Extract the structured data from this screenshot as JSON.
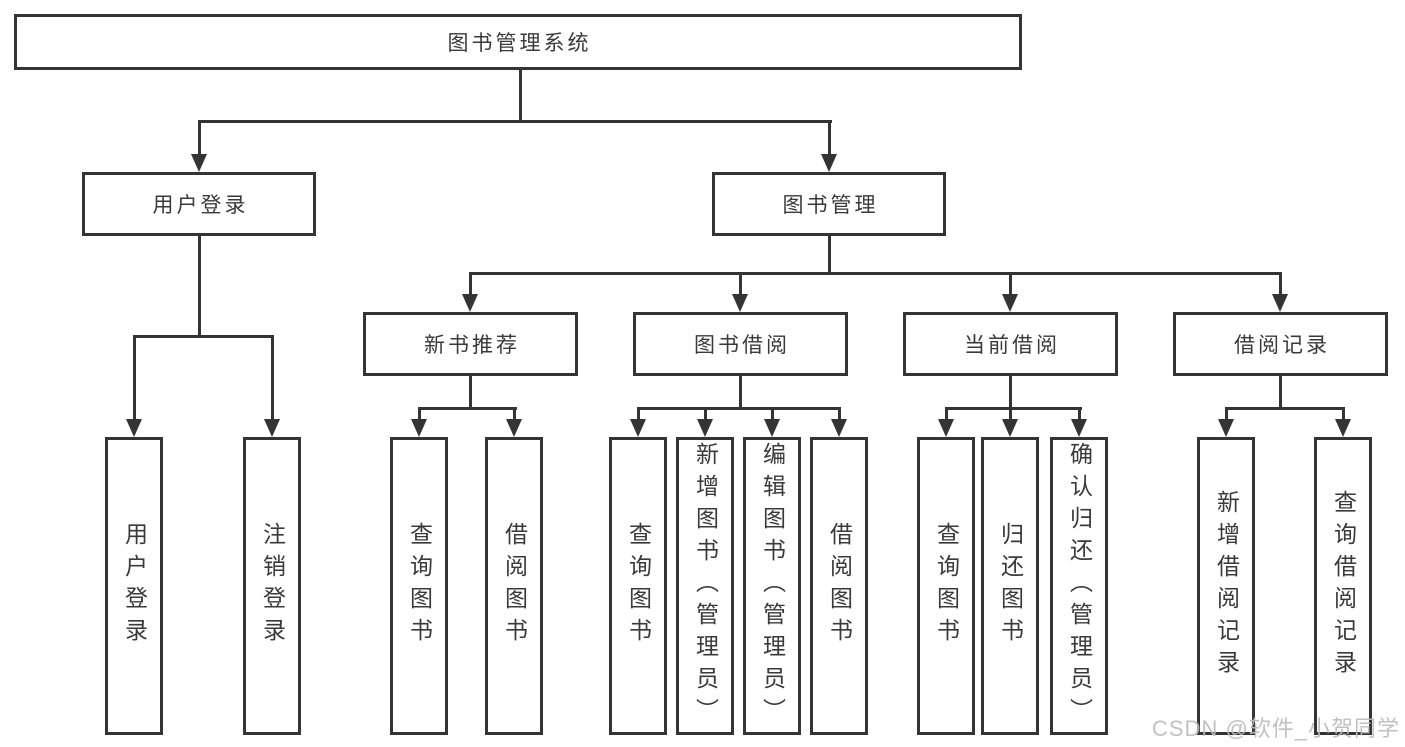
{
  "diagram": {
    "root": "图书管理系统",
    "level2": [
      "用户登录",
      "图书管理"
    ],
    "level3": [
      "新书推荐",
      "图书借阅",
      "当前借阅",
      "借阅记录"
    ],
    "leaves_user_login": [
      "用户登录",
      "注销登录"
    ],
    "leaves_new_book": [
      "查询图书",
      "借阅图书"
    ],
    "leaves_book_borrow": [
      "查询图书",
      "新增图书（管理员）",
      "编辑图书（管理员）",
      "借阅图书"
    ],
    "leaves_current_borrow": [
      "查询图书",
      "归还图书",
      "确认归还（管理员）"
    ],
    "leaves_borrow_records": [
      "新增借阅记录",
      "查询借阅记录"
    ]
  },
  "watermark": "CSDN @软件_小贺同学"
}
